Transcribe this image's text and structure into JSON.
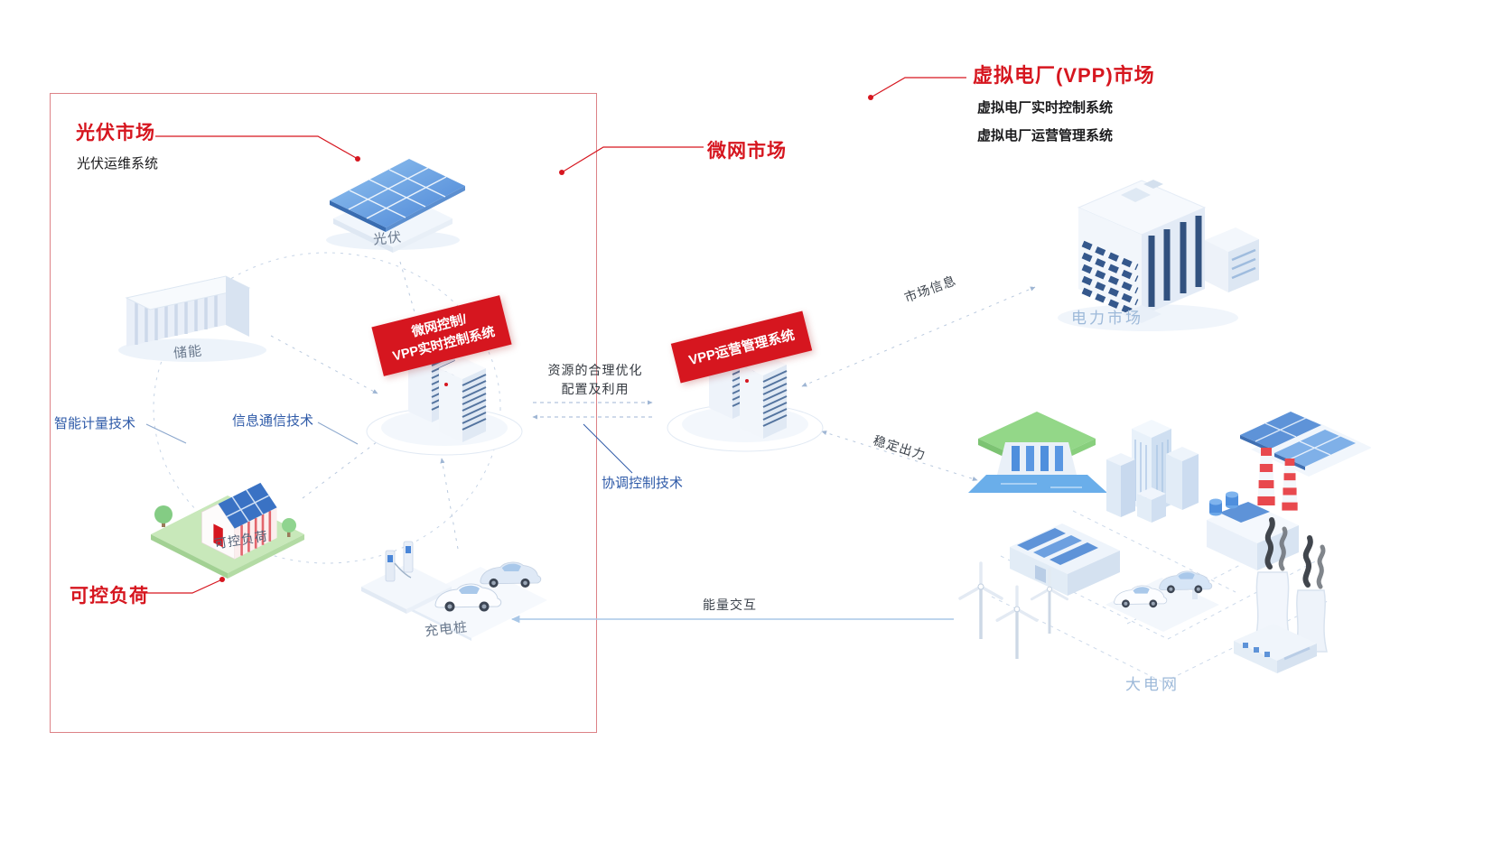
{
  "colors": {
    "red": "#d6161f",
    "blue": "#2e5aa8",
    "light_blue": "#9db9d9",
    "gray_caption": "#6b7a8e"
  },
  "microgrid": {
    "market_label": "微网市场",
    "pv_market": "光伏市场",
    "pv_om_system": "光伏运维系统",
    "pv_caption": "光伏",
    "storage_caption": "储能",
    "smart_metering": "智能计量技术",
    "ict": "信息通信技术",
    "house_ground_caption": "可控负荷",
    "controllable_load": "可控负荷",
    "charging_caption": "充电桩",
    "control_banner": {
      "line1": "微网控制/",
      "line2": "VPP实时控制系统"
    }
  },
  "center": {
    "vpp_banner": "VPP运营管理系统",
    "resource_optimization": {
      "line1": "资源的合理优化",
      "line2": "配置及利用"
    },
    "coordination": "协调控制技术"
  },
  "vpp_market": {
    "title": "虚拟电厂(VPP)市场",
    "realtime_system": "虚拟电厂实时控制系统",
    "ops_system": "虚拟电厂运营管理系统"
  },
  "links": {
    "market_info": "市场信息",
    "stable_output": "稳定出力",
    "energy_interaction": "能量交互"
  },
  "right": {
    "electricity_market_caption": "电力市场",
    "grid_caption": "大电网"
  }
}
